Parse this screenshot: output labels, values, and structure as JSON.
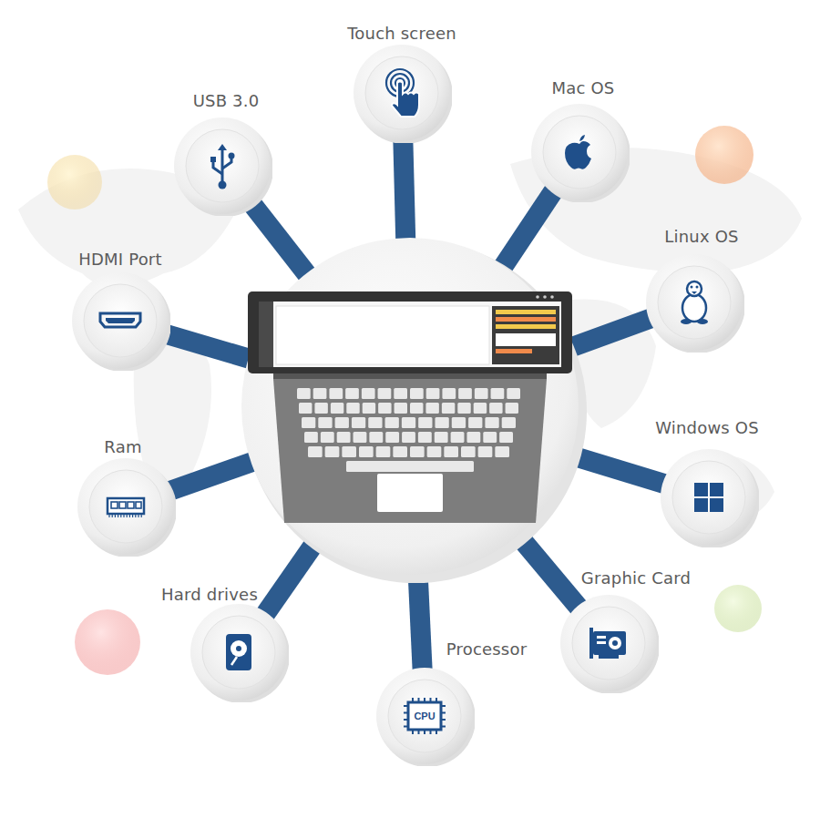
{
  "diagram": {
    "nodes": [
      {
        "text": [
          "Touch screen"
        ]
      },
      {
        "text": [
          "Mac OS"
        ]
      },
      {
        "text": [
          "Linux OS"
        ]
      },
      {
        "text": [
          "Windows OS"
        ]
      },
      {
        "text": [
          "Graphic Card"
        ]
      },
      {
        "text": [
          "Processor"
        ]
      },
      {
        "text": [
          "Hard drives"
        ]
      },
      {
        "text": [
          "Ram"
        ]
      },
      {
        "text": [
          "HDMI Port"
        ]
      },
      {
        "text": [
          "USB 3.0"
        ]
      }
    ],
    "labels": [
      "CPU"
    ]
  }
}
